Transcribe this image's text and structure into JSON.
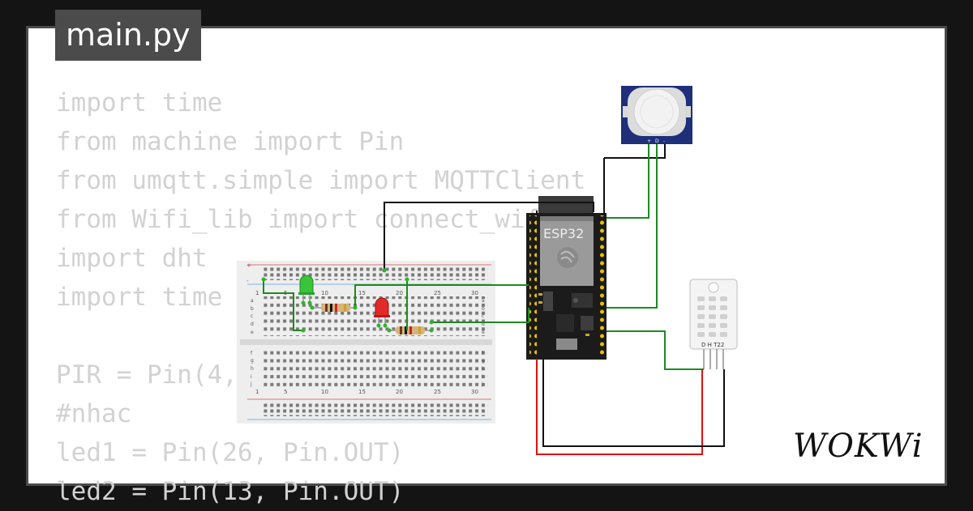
{
  "file_tab": {
    "label": "main.py"
  },
  "code_lines": [
    "import time",
    "from machine import Pin",
    "from umqtt.simple import MQTTClient",
    "from Wifi_lib import connect_wifi",
    "import dht",
    "import time",
    "",
    "PIR = Pin(4, Pin.IN)",
    "#nhac",
    "led1 = Pin(26, Pin.OUT)",
    "led2 = Pin(13, Pin.OUT)"
  ],
  "breadboard": {
    "column_numbers_top": [
      "1",
      "5",
      "10",
      "15",
      "20",
      "25",
      "30"
    ],
    "column_numbers_bottom": [
      "1",
      "5",
      "10",
      "15",
      "20",
      "25",
      "30"
    ],
    "row_letters_left": [
      "a",
      "b",
      "c",
      "d",
      "e",
      "f",
      "g",
      "h",
      "i",
      "j"
    ],
    "row_letters_right": [
      "a",
      "b",
      "c",
      "d",
      "e",
      "f",
      "g",
      "h",
      "i",
      "j"
    ],
    "rail_plus": "+",
    "rail_minus": "-"
  },
  "esp32": {
    "label": "ESP32"
  },
  "pir": {
    "pin_labels": [
      "+",
      "D",
      "-"
    ]
  },
  "dht": {
    "label": "D H T22"
  },
  "brand": {
    "logo_text": "WOKWi"
  },
  "colors": {
    "background": "#141414",
    "panel": "#ffffff",
    "code_text": "#d2d2d2",
    "wire_green": "#1e8a1e",
    "wire_red": "#e01010",
    "wire_black": "#111111",
    "pir_board": "#1f2f7a",
    "esp32_board": "#1b1b1b"
  }
}
